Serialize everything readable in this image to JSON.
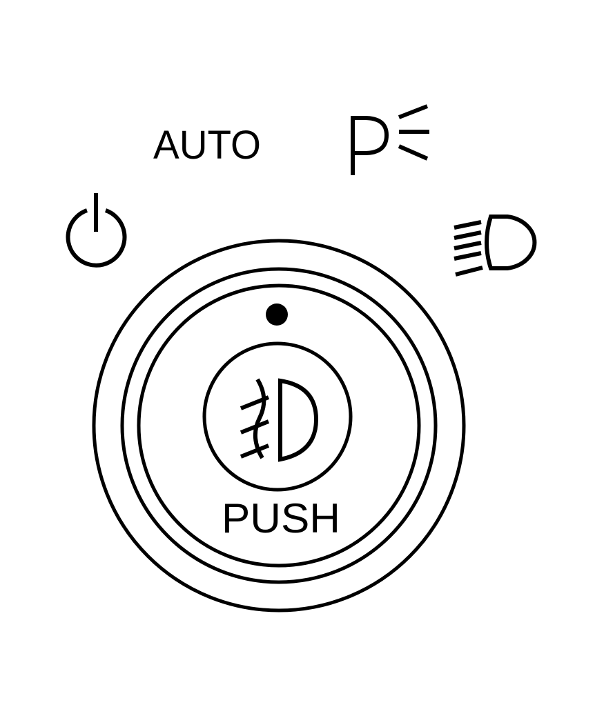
{
  "diagram": {
    "labels": {
      "auto": "AUTO",
      "push": "PUSH"
    },
    "icons": {
      "off": "power-icon",
      "parking_lamps": "parking-lamp-icon",
      "headlamps": "headlamp-icon",
      "fog_lamps": "fog-lamp-icon",
      "indicator": "position-indicator-dot"
    },
    "colors": {
      "stroke": "#000000",
      "background": "#ffffff"
    }
  }
}
